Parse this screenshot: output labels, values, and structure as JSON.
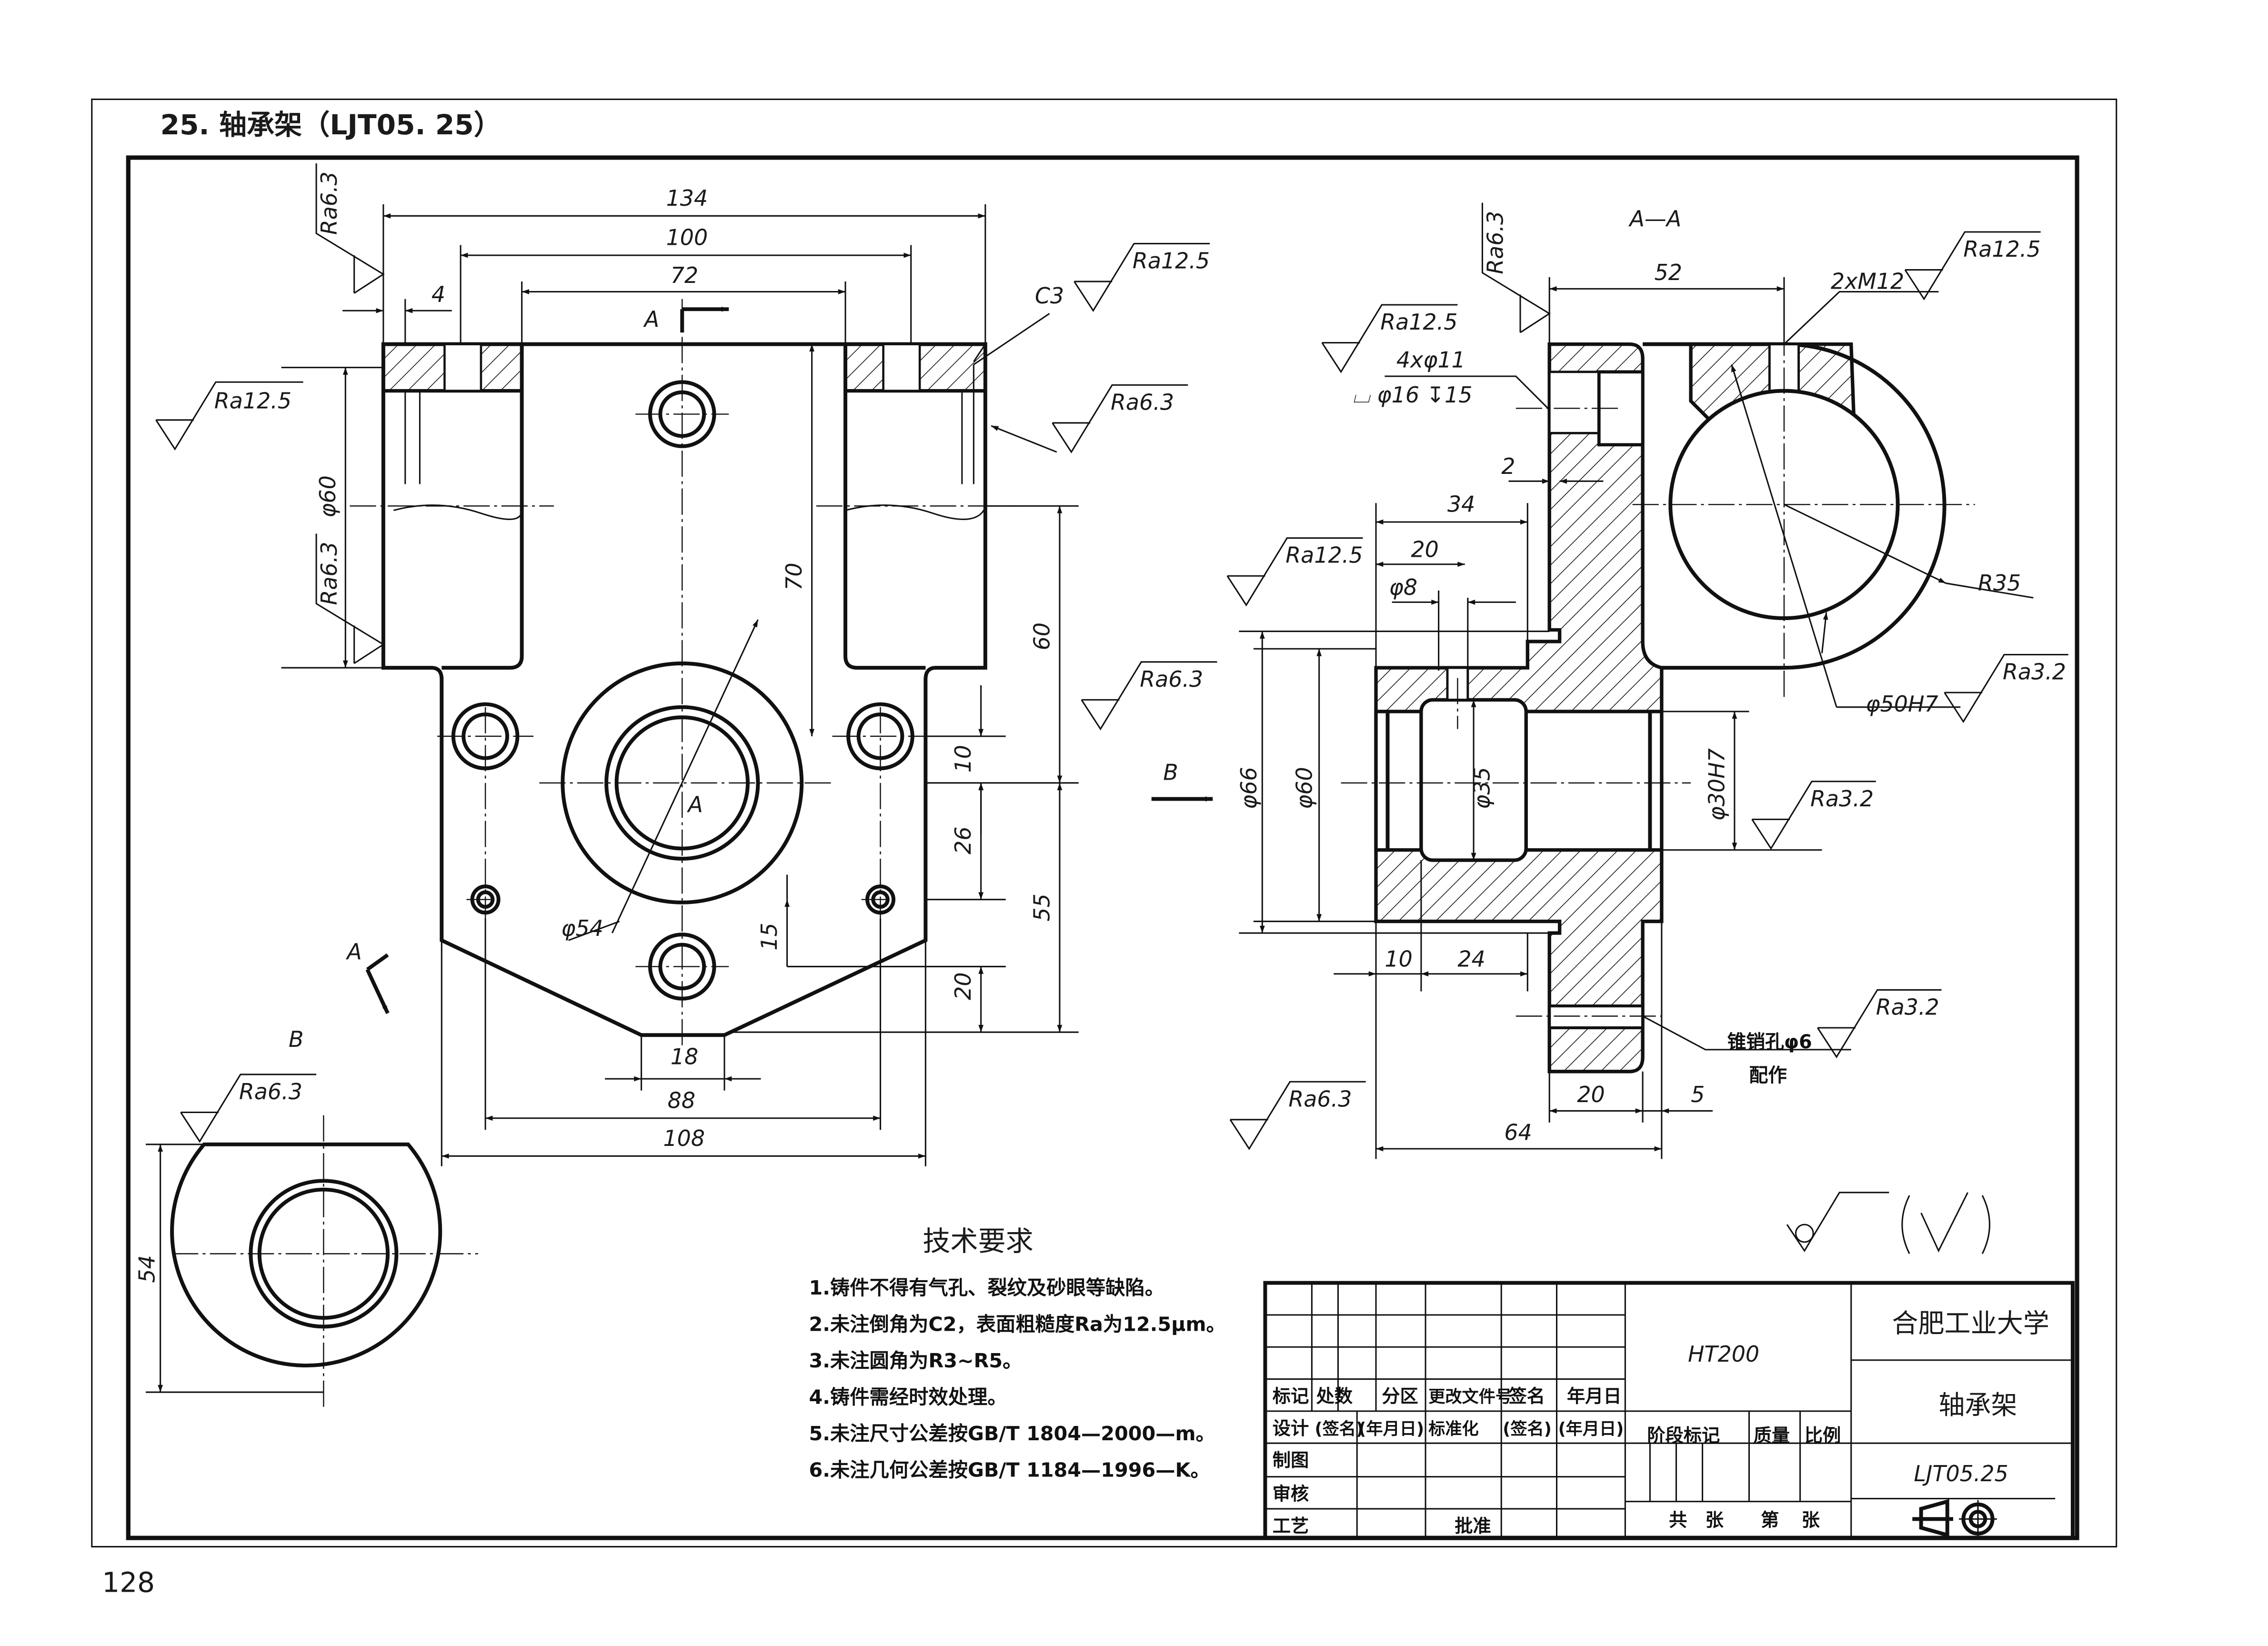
{
  "header": {
    "title": "25. 轴承架（LJT05. 25）",
    "page_number": "128"
  },
  "front_view": {
    "section_marker_top": "A",
    "section_marker_center": "A",
    "section_marker_bottom": "A",
    "view_marker_b": "B",
    "dims": {
      "d134": "134",
      "d100": "100",
      "d72": "72",
      "d4": "4",
      "d70": "70",
      "d60": "60",
      "d10": "10",
      "d26": "26",
      "d55": "55",
      "d15": "15",
      "d20": "20",
      "d18": "18",
      "d88": "88",
      "d108": "108",
      "phi60": "φ60",
      "phi54": "φ54"
    },
    "chamfer": "C3"
  },
  "view_b": {
    "label": "B",
    "dim54": "54"
  },
  "section_aa": {
    "label": "A—A",
    "arrow_b": "B",
    "dims": {
      "d52": "52",
      "d2": "2",
      "d34": "34",
      "d20": "20",
      "phi8": "φ8",
      "phi66": "φ66",
      "phi60": "φ60",
      "phi35": "φ35",
      "phi30h7": "φ30H7",
      "d10": "10",
      "d24": "24",
      "d20b": "20",
      "d5": "5",
      "d64": "64",
      "r35": "R35",
      "phi50h7": "φ50H7"
    },
    "callouts": {
      "m12": "2xM12",
      "holes": "4xφ11",
      "counterbore": "⌴ φ16 ↧15",
      "pin_hole": "锥销孔φ6",
      "pin_note": "配作"
    }
  },
  "roughness": {
    "r1": "Ra6.3",
    "r2": "Ra12.5",
    "r3": "Ra6.3",
    "r4": "Ra12.5",
    "r5": "Ra6.3",
    "r6": "Ra6.3",
    "r7": "Ra6.3",
    "r8": "Ra6.3",
    "r9": "Ra12.5",
    "r10": "Ra12.5",
    "r11": "Ra12.5",
    "r12": "Ra3.2",
    "r13": "Ra3.2",
    "r14": "Ra3.2",
    "r15": "Ra6.3"
  },
  "tech_requirements": {
    "title": "技术要求",
    "items": [
      "1.铸件不得有气孔、裂纹及砂眼等缺陷。",
      "2.未注倒角为C2，表面粗糙度Ra为12.5μm。",
      "3.未注圆角为R3~R5。",
      "4.铸件需经时效处理。",
      "5.未注尺寸公差按GB/T 1804—2000—m。",
      "6.未注几何公差按GB/T 1184—1996—K。"
    ]
  },
  "title_block": {
    "material": "HT200",
    "school": "合肥工业大学",
    "part_name": "轴承架",
    "drawing_no": "LJT05.25",
    "row_header": [
      "标记",
      "处数",
      "分区",
      "更改文件号",
      "签名",
      "年月日"
    ],
    "row_design": [
      "设计",
      "(签名)",
      "(年月日)",
      "标准化",
      "(签名)",
      "(年月日)"
    ],
    "drawn": "制图",
    "checked": "审核",
    "process": "工艺",
    "approved": "批准",
    "stage": "阶段标记",
    "weight": "质量",
    "scale": "比例",
    "sheets": [
      "共",
      "张",
      "第",
      "张"
    ]
  }
}
